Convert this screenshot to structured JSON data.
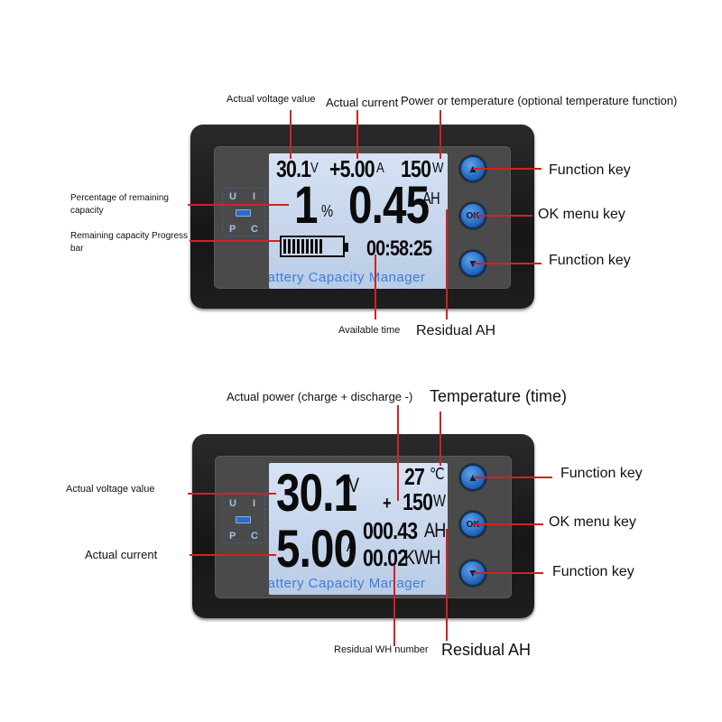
{
  "top": {
    "display": {
      "voltage": "30.1",
      "voltage_unit": "V",
      "current": "+5.00",
      "current_unit": "A",
      "power": "150",
      "power_unit": "W",
      "percent": "1",
      "percent_unit": "%",
      "ah": "0.45",
      "ah_unit": "AH",
      "time": "00:58:25",
      "brand": "Battery   Capacity   Manager",
      "progress_fraction": 0.72
    },
    "indicators": {
      "u": "U",
      "i": "I",
      "p": "P",
      "c": "C"
    },
    "keys": {
      "ok": "OK"
    },
    "labels": {
      "voltage": "Actual voltage value",
      "current": "Actual current",
      "power": "Power or temperature (optional temperature function)",
      "percent_line1": "Percentage of remaining",
      "percent_line2": "capacity",
      "progress_line1": "Remaining capacity Progress",
      "progress_line2": "bar",
      "time": "Available time",
      "residual": "Residual AH",
      "key_up": "Function key",
      "key_ok": "OK menu key",
      "key_down": "Function key"
    }
  },
  "bottom": {
    "display": {
      "voltage": "30.1",
      "voltage_unit": "V",
      "temp": "27",
      "temp_unit": "℃",
      "power_sign": "+",
      "power": "150",
      "power_unit": "W",
      "current": "5.00",
      "current_unit": "A",
      "ah": "000.43",
      "ah_unit": "AH",
      "kwh": "00.02",
      "kwh_unit": "KWH",
      "brand": "Battery   Capacity   Manager"
    },
    "indicators": {
      "u": "U",
      "i": "I",
      "p": "P",
      "c": "C"
    },
    "keys": {
      "ok": "OK"
    },
    "labels": {
      "power": "Actual power (charge + discharge -)",
      "temp": "Temperature (time)",
      "voltage": "Actual voltage value",
      "current": "Actual current",
      "wh": "Residual WH number",
      "residual": "Residual AH",
      "key_up": "Function key",
      "key_ok": "OK menu key",
      "key_down": "Function key"
    }
  }
}
